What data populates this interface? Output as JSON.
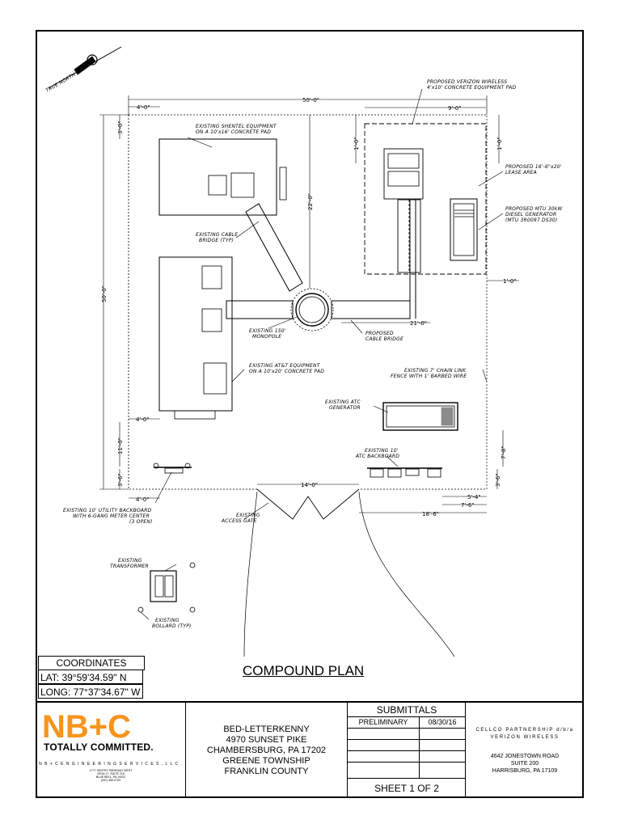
{
  "drawing": {
    "north_arrow": "TRUE NORTH",
    "dimensions": {
      "overall_top": "50'-0\"",
      "overall_left": "50'-0\"",
      "top_left_offset": "4'-0\"",
      "left_top_offset": "3'-0\"",
      "lease_width": "9'-0\"",
      "right_top_a": "1'-0\"",
      "right_top_b": "1'-0\"",
      "vertical_mid": "22'-0\"",
      "right_mid": "1'-0\"",
      "bridge_len": "21'-0\"",
      "left_mid_offset": "4'-0\"",
      "left_low": "11'-0\"",
      "left_bottom": "3'-6\"",
      "left_bottom_offset": "4'-0\"",
      "gate_width": "14'-0\"",
      "right_low": "7'-8\"",
      "right_bottom": "3'-6\"",
      "right_bottom_a": "5'-4\"",
      "right_bottom_b": "7'-6\"",
      "right_bottom_c": "18'-6\""
    },
    "notes": {
      "shentel": [
        "EXISTING SHENTEL EQUIPMENT",
        "ON A 10'x16' CONCRETE PAD"
      ],
      "verizon_pad": [
        "PROPOSED VERIZON WIRELESS",
        "4'x10' CONCRETE EQUIPMENT PAD"
      ],
      "lease": [
        "PROPOSED 16'-6\"x20'",
        "LEASE AREA"
      ],
      "generator": [
        "PROPOSED MTU 30kW",
        "DIESEL GENERATOR",
        "(MTU 3R0097 DS30)"
      ],
      "cable_bridge_existing": [
        "EXISTING CABLE",
        "BRIDGE (TYP)"
      ],
      "monopole": [
        "EXISTING 150'",
        "MONOPOLE"
      ],
      "cable_bridge_proposed": [
        "PROPOSED",
        "CABLE BRIDGE"
      ],
      "att": [
        "EXISTING AT&T EQUIPMENT",
        "ON A 10'x20' CONCRETE PAD"
      ],
      "fence": [
        "EXISTING 7' CHAIN LINK",
        "FENCE WITH 1' BARBED WIRE"
      ],
      "atc_generator": [
        "EXISTING ATC",
        "GENERATOR"
      ],
      "atc_backboard": [
        "EXISTING 10'",
        "ATC BACKBOARD"
      ],
      "utility_backboard": [
        "EXISTING 10' UTILITY BACKBOARD",
        "WITH 6-GANG METER CENTER",
        "(3 OPEN)"
      ],
      "gate": [
        "EXISTING",
        "ACCESS GATE"
      ],
      "transformer": [
        "EXISTING",
        "TRANSFORMER"
      ],
      "bollard": [
        "EXISTING",
        "BOLLARD (TYP)"
      ]
    }
  },
  "coordinates": {
    "header": "COORDINATES",
    "lat": "LAT: 39°59'34.59\" N",
    "long": "LONG: 77°37'34.67\" W"
  },
  "title": "COMPOUND PLAN",
  "title_block": {
    "logo": {
      "mark": "NB+C",
      "tagline": "TOTALLY COMMITTED.",
      "company": "N B + C  E N G I N E E R I N G  S E R V I C E S ,  L L C .",
      "address": [
        "1777 SENTRY PARKWAY WEST",
        "VEVA 17, SUITE 215",
        "BLUE BELL, PA 19422",
        "(267) 460-0700"
      ]
    },
    "site": [
      "BED-LETTERKENNY",
      "4970 SUNSET PIKE",
      "CHAMBERSBURG, PA 17202",
      "GREENE TOWNSHIP",
      "FRANKLIN COUNTY"
    ],
    "submittals": {
      "header": "SUBMITTALS",
      "rows": [
        {
          "label": "PRELIMINARY",
          "date": "08/30/16"
        },
        {
          "label": "",
          "date": ""
        },
        {
          "label": "",
          "date": ""
        },
        {
          "label": "",
          "date": ""
        },
        {
          "label": "",
          "date": ""
        }
      ],
      "sheet": "SHEET 1 OF 2"
    },
    "owner": {
      "name": [
        "CELLCO PARTNERSHIP d/b/a",
        "VERIZON WIRELESS"
      ],
      "address": [
        "4642 JONESTOWN ROAD",
        "SUITE 200",
        "HARRISBURG, PA 17109"
      ]
    }
  },
  "colors": {
    "ink": "#000000",
    "logo_orange": "#f7941d",
    "paper": "#ffffff"
  }
}
